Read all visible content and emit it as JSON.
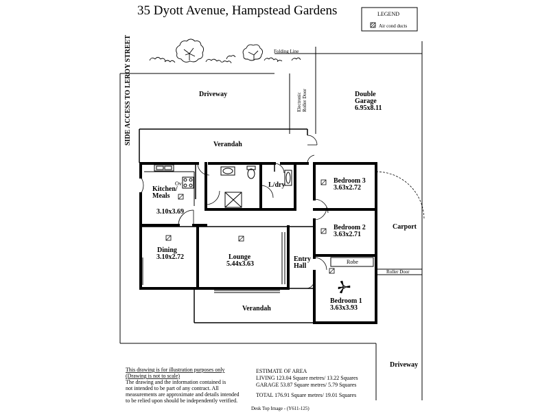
{
  "title": "35 Dyott Avenue,  Hampstead Gardens",
  "legend": {
    "heading": "LEGEND",
    "items": [
      {
        "icon": "air-cond-duct-icon",
        "label": "Air cond ducts"
      }
    ]
  },
  "site": {
    "side_access": "SIDE ACCESS TO LEROY STREET",
    "folding_line": "Folding Line",
    "driveway_top": "Driveway",
    "electronic_roller_door": [
      "Electronic",
      "Roller Door"
    ],
    "roller_door": "Roller Door",
    "carport": "Carport",
    "driveway_bottom": "Driveway"
  },
  "rooms": {
    "garage": [
      "Double",
      "Garage",
      "6.95x8.11"
    ],
    "verandah_top": "Verandah",
    "bedroom3": {
      "name": "Bedroom 3",
      "dims": "3.63x2.72"
    },
    "bedroom2": {
      "name": "Bedroom 2",
      "dims": "3.63x2.71"
    },
    "bedroom1": {
      "name": "Bedroom 1",
      "dims": "3.63x3.93"
    },
    "robe": "Robe",
    "kitchen": {
      "name": [
        "Kitchen/",
        "Meals"
      ],
      "dims": "3.10x3.69"
    },
    "oven": "Ov",
    "laundry": "L/dry",
    "dining": {
      "name": "Dining",
      "dims": "3.10x2.72"
    },
    "lounge": {
      "name": "Lounge",
      "dims": "5.44x3.63"
    },
    "entry": [
      "Entry",
      "Hall"
    ],
    "verandah_bottom": "Verandah"
  },
  "disclaimer": [
    "This drawing is for illustration purposes only",
    "(Drawing is not to scale)",
    "The drawing and the information contained is",
    "not intended to be part of any contract.  All",
    "measurements are approximate and details intended",
    "to be relied upon should be independently verified."
  ],
  "area": {
    "heading": "ESTIMATE OF AREA",
    "rows": [
      "LIVING 123.04 Square metres/  13.22 Squares",
      "GARAGE 53.87   Square metres/  5.79 Squares",
      "TOTAL  176.91 Square metres/ 19.01 Squares"
    ]
  },
  "footer": "Desk Top Image -  (Y611-125)"
}
